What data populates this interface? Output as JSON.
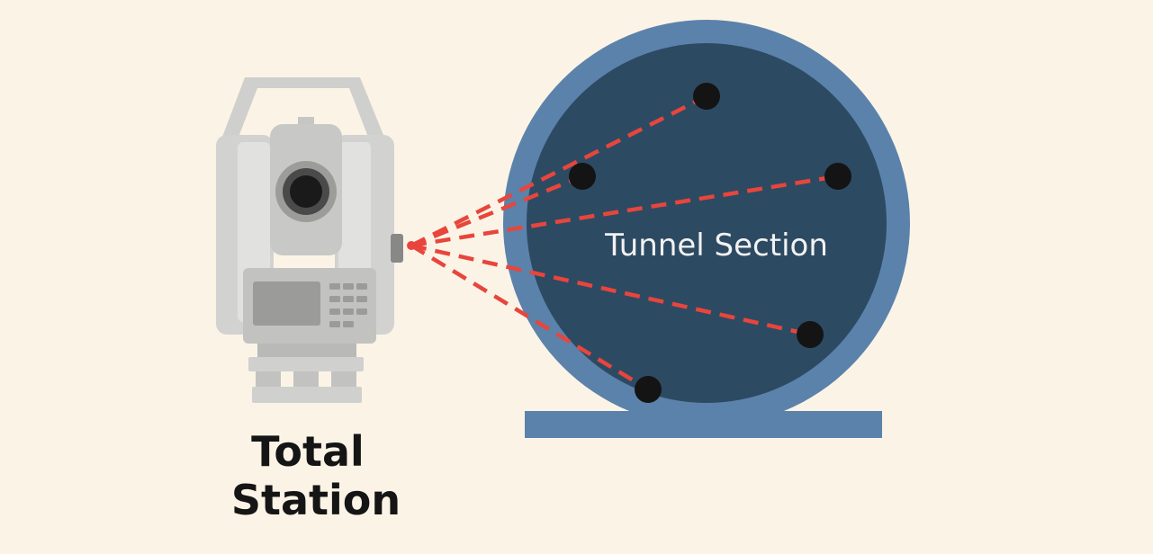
{
  "diagram": {
    "tunnel_label": "Tunnel Section",
    "instrument_label_line1": "Total",
    "instrument_label_line2": "Station",
    "survey_point_count": 5
  },
  "colors": {
    "background": "#fbf4e6",
    "tunnel_lining": "#5b82ab",
    "tunnel_interior": "#2d4a63",
    "laser": "#e8453c",
    "target_point": "#141414",
    "instrument_body": "#cfcfcd",
    "instrument_dark": "#9c9c9a"
  }
}
